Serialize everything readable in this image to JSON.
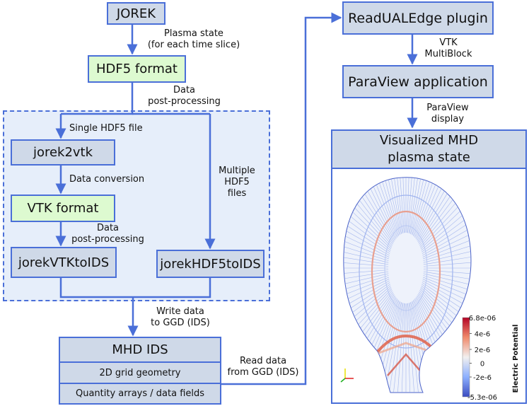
{
  "nodes": {
    "jorek": "JOREK",
    "hdf5_format": "HDF5 format",
    "jorek2vtk": "jorek2vtk",
    "vtk_format": "VTK format",
    "jorek_vtk_to_ids": "jorekVTKtoIDS",
    "jorek_hdf5_to_ids": "jorekHDF5toIDS",
    "readualedge_plugin": "ReadUALEdge plugin",
    "paraview_application": "ParaView application"
  },
  "mhd_ids": {
    "title": "MHD IDS",
    "row1": "2D grid geometry",
    "row2": "Quantity arrays / data fields"
  },
  "visualized": {
    "line1": "Visualized MHD",
    "line2": "plasma state"
  },
  "edge_labels": {
    "plasma_state_1": "Plasma state",
    "plasma_state_2": "(for each time slice)",
    "data_pp_1_a": "Data",
    "data_pp_1_b": "post-processing",
    "single_hdf5": "Single HDF5 file",
    "data_conversion": "Data conversion",
    "data_pp_2_a": "Data",
    "data_pp_2_b": "post-processing",
    "multiple_hdf5_a": "Multiple",
    "multiple_hdf5_b": "HDF5",
    "multiple_hdf5_c": "files",
    "write_data_a": "Write data",
    "write_data_b": "to GGD (IDS)",
    "read_data_a": "Read data",
    "read_data_b": "from GGD (IDS)",
    "vtk_multiblock_a": "VTK",
    "vtk_multiblock_b": "MultiBlock",
    "paraview_display_a": "ParaView",
    "paraview_display_b": "display"
  },
  "colorbar": {
    "title": "Electric Potential",
    "ticks": [
      "6.8e-06",
      "4e-6",
      "2e-6",
      "0",
      "-2e-6",
      "-5.3e-06"
    ]
  },
  "colors": {
    "border": "#4a6fd8",
    "box_fill": "#cfd9e8",
    "green_fill": "#ddfad0",
    "region_fill": "#e6eefa"
  }
}
